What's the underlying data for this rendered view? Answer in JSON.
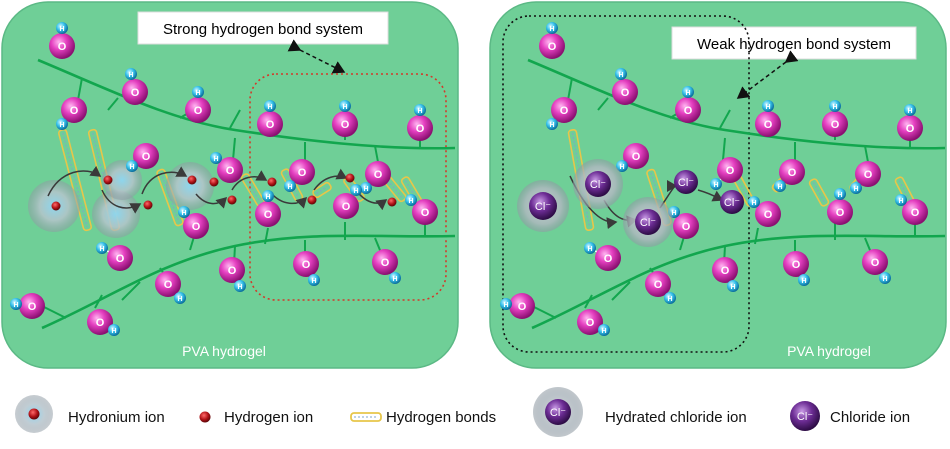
{
  "panels": {
    "left": {
      "callout": "Strong hydrogen bond system",
      "caption": "PVA hydrogel"
    },
    "right": {
      "callout": "Weak hydrogen bond system",
      "caption": "PVA hydrogel"
    }
  },
  "atoms": {
    "oxygen": "O",
    "hydrogen": "H",
    "chloride": "Cl⁻"
  },
  "legend": {
    "hydronium": "Hydronium ion",
    "hydrogen_ion": "Hydrogen ion",
    "hydrogen_bonds": "Hydrogen bonds",
    "hydrated_chloride": "Hydrated chloride ion",
    "chloride": "Chloride ion"
  },
  "colors": {
    "panel_fill": "#6fcf97",
    "chain": "#12a64e",
    "oxygen": "#c2189b",
    "hydrogen": "#1fb8e6",
    "proton": "#b01217",
    "chloride": "#5a2678",
    "hbond": "#e7c64a",
    "strong_box": "#d23a2a",
    "weak_box": "#222222"
  }
}
